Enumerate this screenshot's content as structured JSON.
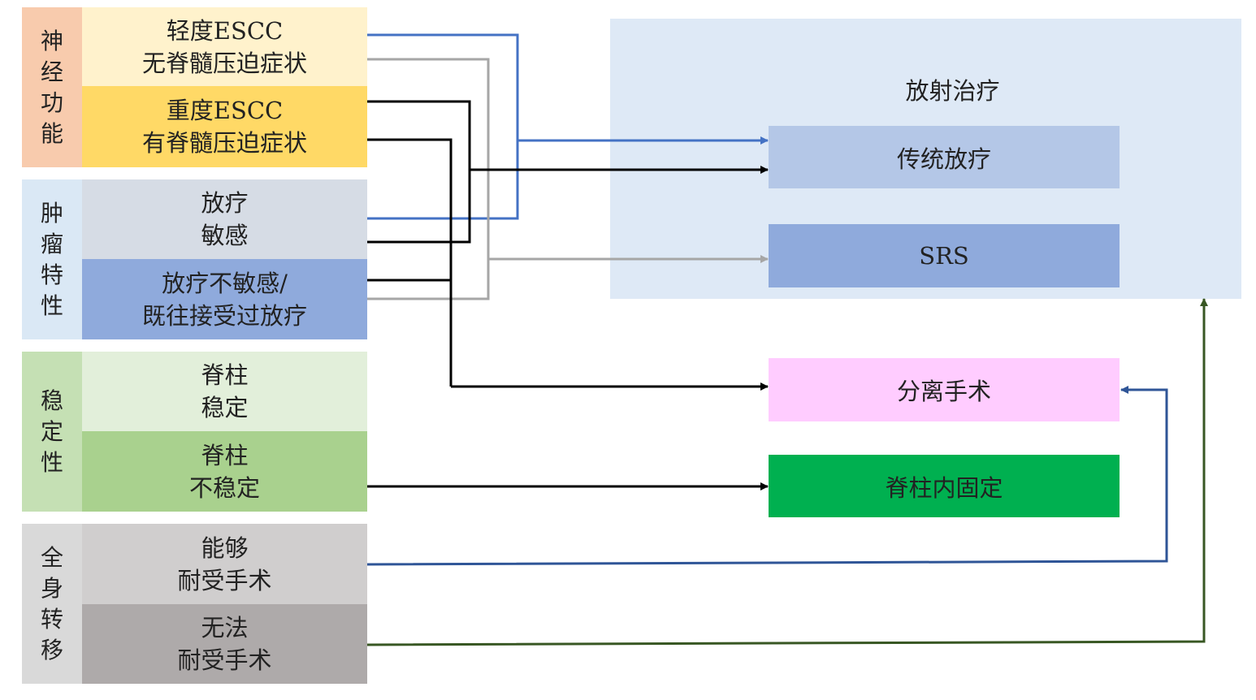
{
  "categories": {
    "neuro": {
      "label": "神\n经\n功\n能",
      "color": "#f8cbad"
    },
    "tumor": {
      "label": "肿\n瘤\n特\n性",
      "color": "#dae8f5"
    },
    "stability": {
      "label": "稳\n定\n性",
      "color": "#c5e0b4"
    },
    "systemic": {
      "label": "全\n身\n转\n移",
      "color": "#d9d9d9"
    }
  },
  "items": {
    "mild_escc": {
      "label": "轻度ESCC\n无脊髓压迫症状",
      "color": "#fff2cc"
    },
    "severe_escc": {
      "label": "重度ESCC\n有脊髓压迫症状",
      "color": "#ffd966"
    },
    "rt_sensitive": {
      "label": "放疗\n敏感",
      "color": "#d6dce5"
    },
    "rt_insensitive": {
      "label": "放疗不敏感/\n既往接受过放疗",
      "color": "#8faadc"
    },
    "spine_stable": {
      "label": "脊柱\n稳定",
      "color": "#e2efda"
    },
    "spine_unstable": {
      "label": "脊柱\n不稳定",
      "color": "#a9d18e"
    },
    "can_tolerate": {
      "label": "能够\n耐受手术",
      "color": "#d0cece"
    },
    "cannot_tolerate": {
      "label": "无法\n耐受手术",
      "color": "#aeaaaa"
    }
  },
  "radiotherapy": {
    "title": "放射治疗",
    "panel_color": "#dee9f6",
    "conventional": {
      "label": "传统放疗",
      "color": "#b4c7e7"
    },
    "srs": {
      "label": "SRS",
      "color": "#8faadc"
    }
  },
  "separation_surgery": {
    "label": "分离手术",
    "color": "#ffccff"
  },
  "spinal_fixation": {
    "label": "脊柱内固定",
    "color": "#00b050"
  },
  "arrow_colors": {
    "blue": "#4472c4",
    "gray": "#a6a6a6",
    "black": "#000000",
    "navy": "#2f5597",
    "green": "#385723"
  }
}
